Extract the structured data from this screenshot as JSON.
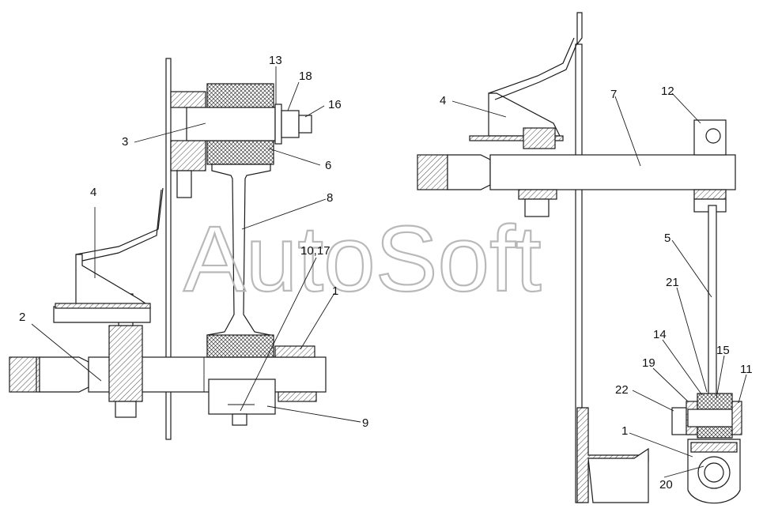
{
  "watermark": "AutoSoft",
  "colors": {
    "line": "#1a1a1a",
    "watermark": "#b9b9b9",
    "background": "#ffffff"
  },
  "left_view_labels": [
    "13",
    "18",
    "16",
    "3",
    "6",
    "8",
    "4",
    "10,17",
    "1",
    "2",
    "9"
  ],
  "right_view_labels": [
    "4",
    "7",
    "12",
    "5",
    "21",
    "14",
    "15",
    "19",
    "11",
    "22",
    "1",
    "20"
  ]
}
